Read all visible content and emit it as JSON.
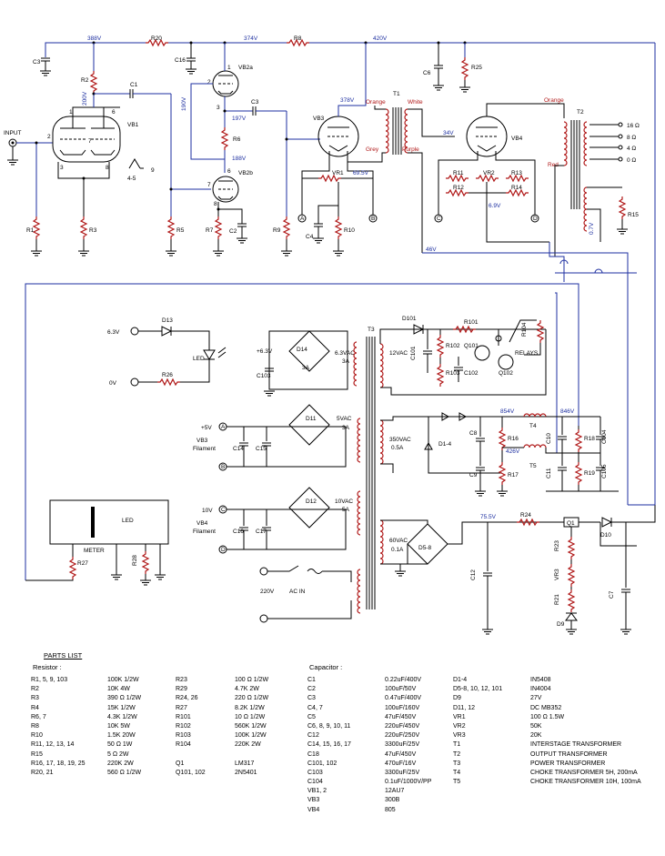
{
  "nodes": {
    "v388": "388V",
    "v374": "374V",
    "v420": "420V",
    "v200": "200V",
    "v190": "190V",
    "v197": "197V",
    "v188": "188V",
    "v378": "378V",
    "v695": "69.5V",
    "v34": "34V",
    "v69": "6.9V",
    "v46": "46V",
    "v07": "0.7V",
    "v854": "854V",
    "v846": "846V",
    "v426": "426V",
    "v755": "75.5V"
  },
  "tube_pins": {
    "p1": "1",
    "p6": "6",
    "p2": "2",
    "p3": "3",
    "p7": "7",
    "p8": "8",
    "p4": "4-5",
    "p9": "9",
    "pc3": "3",
    "pc2": "2",
    "pc1": "1",
    "pd7": "7",
    "pd6": "6",
    "pd8": "8"
  },
  "labels": {
    "input": "INPUT",
    "r20": "R20",
    "r8": "R8",
    "r2": "R2",
    "r25": "R25",
    "c3": "C3",
    "c16": "C16",
    "c6": "C6",
    "c1": "C1",
    "c3b": "C3",
    "vb1": "VB1",
    "vb2a": "VB2a",
    "vb2b": "VB2b",
    "vb3": "VB3",
    "vb4": "VB4",
    "r6": "R6",
    "r1": "R1",
    "r3": "R3",
    "r5": "R5",
    "r7": "R7",
    "c2": "C2",
    "r9": "R9",
    "c4": "C4",
    "r10": "R10",
    "vr1": "VR1",
    "t1": "T1",
    "orange1": "Orange",
    "white": "White",
    "grey": "Grey",
    "purple": "Purple",
    "r11": "R11",
    "vr2": "VR2",
    "r13": "R13",
    "r12": "R12",
    "r14": "R14",
    "t2": "T2",
    "orange2": "Orange",
    "red": "Red",
    "ohm16": "16 Ω",
    "ohm8": "8 Ω",
    "ohm4": "4 Ω",
    "ohm0": "0 Ω",
    "r15": "R15",
    "ta": "A",
    "tb": "B",
    "tc": "C",
    "td": "D",
    "v63": "6.3V",
    "ov": "0V",
    "d13": "D13",
    "led": "LED",
    "r26": "R26",
    "d14": "D14",
    "a3": "3A",
    "p63": "+6.3V",
    "c103": "C103",
    "v63ac": "6.3VAC",
    "a3b": "3A",
    "t3": "T3",
    "d101": "D101",
    "r101": "R101",
    "vac12": "12VAC",
    "c101": "C101",
    "r102": "R102",
    "r103": "R103",
    "c102": "C102",
    "q101": "Q101",
    "q102": "Q102",
    "r104": "R104",
    "relays": "RELAYS",
    "p5v": "+5V",
    "vb3f": "VB3",
    "fil1": "Filament",
    "d11": "D11",
    "c14": "C14",
    "c15": "C15",
    "vac5": "5VAC",
    "a3c": "3A",
    "v10": "10V",
    "vb4f": "VB4",
    "fil2": "Filament",
    "d12": "D12",
    "c16b": "C16",
    "c17": "C17",
    "vac10": "10VAC",
    "a5": "5A",
    "vac350": "350VAC",
    "a05": "0.5A",
    "d14b": "D1-4",
    "c8": "C8",
    "c9": "C9",
    "r16": "R16",
    "r17": "R17",
    "t4": "T4",
    "t5": "T5",
    "c10": "C10",
    "c11": "C11",
    "r18": "R18",
    "r19": "R19",
    "c104": "C104",
    "c105": "C105",
    "led2": "LED",
    "meter": "METER",
    "r27": "R27",
    "r28": "R28",
    "vac60": "60VAC",
    "a01": "0.1A",
    "d58": "D5-8",
    "c12": "C12",
    "r24": "R24",
    "q1": "Q1",
    "d10": "D10",
    "r23": "R23",
    "vr3": "VR3",
    "r21": "R21",
    "d9": "D9",
    "c7": "C7",
    "v220": "220V",
    "acin": "AC IN"
  },
  "parts_list": {
    "title": "PARTS LIST",
    "resistor_header": "Resistor :",
    "capacitor_header": "Capacitor :",
    "res1_names": [
      "R1, 5, 9, 103",
      "R2",
      "R3",
      "R4",
      "R6, 7",
      "R8",
      "R10",
      "R11, 12, 13, 14",
      "R15",
      "R16, 17, 18, 19, 25",
      "R20, 21"
    ],
    "res1_values": [
      "100K 1/2W",
      "10K 4W",
      "390 Ω 1/2W",
      "15K 1/2W",
      "4.3K 1/2W",
      "10K 5W",
      "1.5K 20W",
      "50 Ω 1W",
      "5 Ω 2W",
      "220K 2W",
      "560 Ω 1/2W"
    ],
    "res2_names": [
      "R23",
      "R29",
      "R24, 26",
      "R27",
      "R101",
      "R102",
      "R103",
      "R104",
      "",
      "Q1",
      "Q101, 102"
    ],
    "res2_values": [
      "100 Ω 1/2W",
      "4.7K 2W",
      "220 Ω 1/2W",
      "8.2K 1/2W",
      "10 Ω 1/2W",
      "560K 1/2W",
      "100K 1/2W",
      "220K 2W",
      "",
      "LM317",
      "2N5401"
    ],
    "cap_names": [
      "C1",
      "C2",
      "C3",
      "C4, 7",
      "C5",
      "C6, 8, 9, 10, 11",
      "C12",
      "C14, 15, 16, 17",
      "C18",
      "C101, 102",
      "C103",
      "C104",
      "VB1, 2",
      "VB3",
      "VB4"
    ],
    "cap_values": [
      "0.22uF/400V",
      "100uF/50V",
      "0.47uF/400V",
      "100uF/160V",
      "47uF/450V",
      "220uF/450V",
      "220uF/250V",
      "3300uF/25V",
      "47uF/450V",
      "470uF/16V",
      "3300uF/25V",
      "0.1uF/1000V/PP",
      "12AU7",
      "300B",
      "805"
    ],
    "misc_names": [
      "D1-4",
      "D5-8, 10, 12, 101",
      "D9",
      "D11, 12",
      "VR1",
      "VR2",
      "VR3",
      "T1",
      "T2",
      "T3",
      "T4",
      "T5"
    ],
    "misc_values": [
      "IN5408",
      "IN4004",
      "27V",
      "DC MB352",
      "100 Ω 1.5W",
      "50K",
      "20K",
      "INTERSTAGE TRANSFORMER",
      "OUTPUT TRANSFORMER",
      "POWER TRANSFORMER",
      "CHOKE TRANSFORMER 5H, 200mA",
      "CHOKE TRANSFORMER 10H, 100mA"
    ]
  }
}
